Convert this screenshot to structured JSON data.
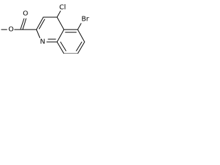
{
  "molecule": {
    "atoms": {
      "chlorine": "Cl",
      "bromine": "Br",
      "nitrogen": "N",
      "carbonyl_oxygen": "O",
      "ester_oxygen": "O"
    },
    "bond_color": "#000000",
    "label_color": "#000000"
  }
}
